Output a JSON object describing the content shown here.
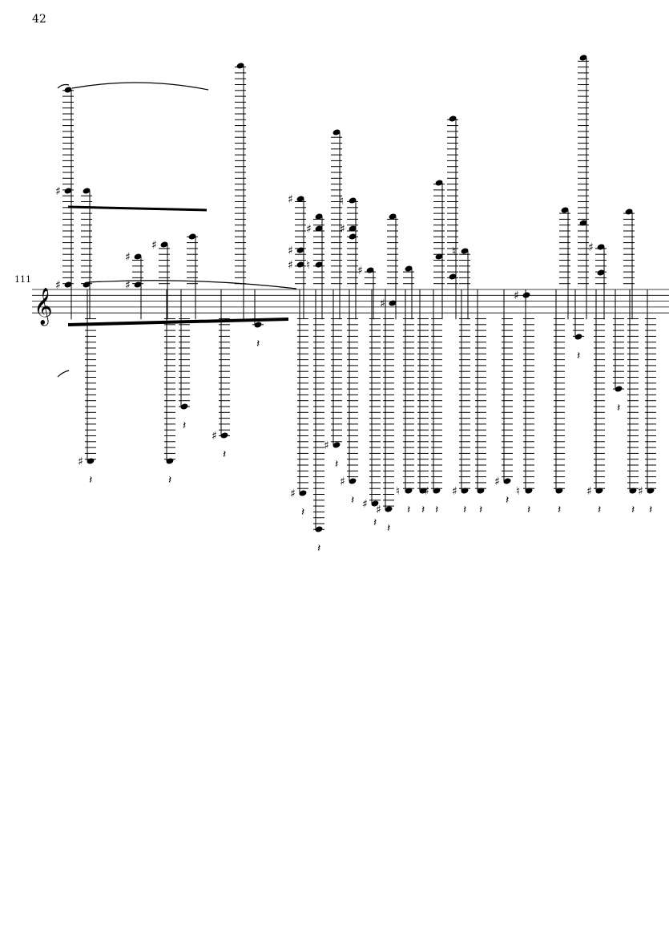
{
  "page": {
    "number": "42"
  },
  "system": {
    "measure_number": "111",
    "clef": "treble"
  },
  "colors": {
    "ink": "#000000",
    "background": "#ffffff"
  }
}
